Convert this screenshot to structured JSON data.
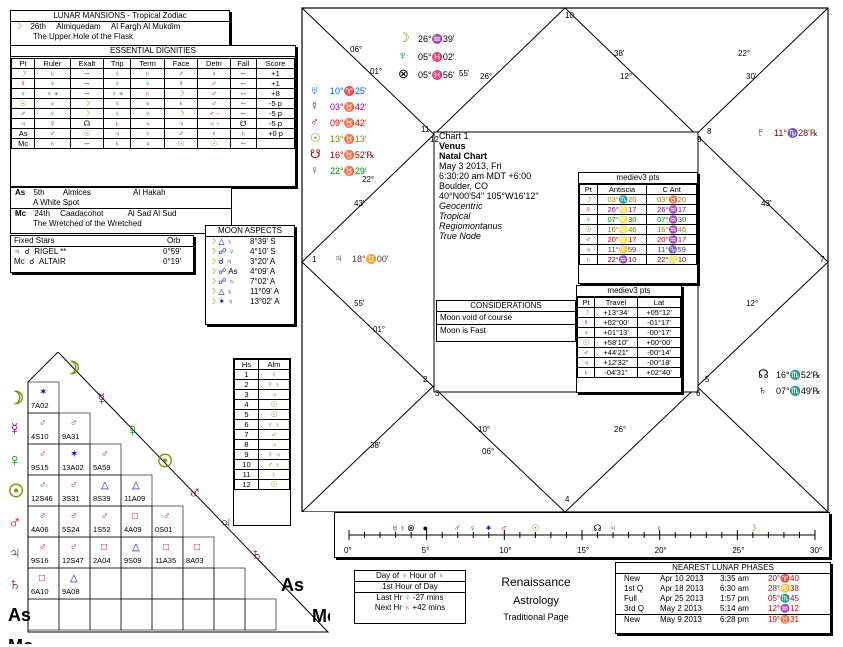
{
  "lunar_mansions": {
    "title": "LUNAR MANSIONS - Tropical Zodiac",
    "moon_line": {
      "num": "26th",
      "name": "Almiquedam",
      "arabic": "Al Fargh Al Mukdim"
    },
    "moon_desc": "The Upper Hole of the Flask",
    "asc_line": {
      "num": "5th",
      "name": "Almices",
      "arabic": "Al Hakah"
    },
    "asc_desc": "A White Spot",
    "mc_line": {
      "num": "24th",
      "name": "Caadacohot",
      "arabic": "Al Sad Al Sud"
    },
    "mc_desc": "The Wretched of the Wretched"
  },
  "dignities": {
    "title": "ESSENTIAL DIGNITIES",
    "headers": [
      "Pt",
      "Ruler",
      "Exalt",
      "Trip",
      "Term",
      "Face",
      "Detri",
      "Fall",
      "Score"
    ],
    "rows": [
      {
        "pt": "☽",
        "ruler": "♄",
        "exalt": "--",
        "trip": "♀",
        "term": "♄",
        "face": "♂",
        "detri": "♀",
        "fall": "--",
        "score": "+1"
      },
      {
        "pt": "☿",
        "ruler": "♀",
        "exalt": "--",
        "trip": "♀",
        "term": "♀",
        "face": "☿",
        "detri": "♂",
        "fall": "--",
        "score": "+1"
      },
      {
        "pt": "♀",
        "ruler": "♀ +",
        "exalt": "--",
        "trip": "♀ +",
        "term": "♄",
        "face": "☽",
        "detri": "♂",
        "fall": "--",
        "score": "+8"
      },
      {
        "pt": "☉",
        "ruler": "♀",
        "exalt": "☽",
        "trip": "♀",
        "term": "♀",
        "face": "♄",
        "detri": "♂",
        "fall": "--",
        "score": "-5 p"
      },
      {
        "pt": "♂",
        "ruler": "♀",
        "exalt": "☽",
        "trip": "♀",
        "term": "♀",
        "face": "☽",
        "detri": "♂ -",
        "fall": "--",
        "score": "-5 p"
      },
      {
        "pt": "♃",
        "ruler": "☿",
        "exalt": "☊",
        "trip": "♄",
        "term": "♃",
        "face": "♃",
        "detri": "♃ -",
        "fall": "☋",
        "score": "-5 p"
      },
      {
        "pt": "As",
        "ruler": "♂",
        "exalt": "☉",
        "trip": "♃",
        "term": "♀",
        "face": "♂",
        "detri": "♀",
        "fall": "♄",
        "score": "+0 p"
      },
      {
        "pt": "Mc",
        "ruler": "♄",
        "exalt": "--",
        "trip": "♄",
        "term": "♃",
        "face": "☉",
        "detri": "☉",
        "fall": "--",
        "score": ""
      }
    ]
  },
  "fixed_stars": {
    "title": "Fixed Stars",
    "orb_label": "Orb",
    "rows": [
      {
        "pt": "♃",
        "asp": "☌",
        "name": "RIGEL **",
        "orb": "0°59'"
      },
      {
        "pt": "Mc",
        "asp": "☌",
        "name": "ALTAIR",
        "orb": "0°19'"
      }
    ]
  },
  "moon_aspects": {
    "title": "MOON ASPECTS",
    "rows": [
      {
        "a": "☽",
        "asp": "△",
        "b": "♄",
        "val": "8°39' S"
      },
      {
        "a": "☽",
        "asp": "☍",
        "b": "♀",
        "val": "4°10' S"
      },
      {
        "a": "☽",
        "asp": "☌",
        "b": "♃",
        "val": "3°20' A"
      },
      {
        "a": "☽",
        "asp": "☍",
        "b": "As",
        "val": "4°09' A"
      },
      {
        "a": "☽",
        "asp": "☍",
        "b": "♃",
        "val": "7°02' A"
      },
      {
        "a": "☽",
        "asp": "△",
        "b": "♄",
        "val": "11°09' A"
      },
      {
        "a": "☽",
        "asp": "✶",
        "b": "♃",
        "val": "13°02' A"
      }
    ]
  },
  "chart": {
    "chart_label": "Chart 1",
    "name": "Venus",
    "type": "Natal Chart",
    "date": "May 3 2013, Fri",
    "time": "6:30:20 am  MDT +6:00",
    "place": "Boulder, CO",
    "coords": "40°N00'54\"  105°W16'12\"",
    "zodiac_lines": [
      "Geocentric",
      "Tropical",
      "Regiomontanus",
      "True Node"
    ],
    "house_nums": [
      "10",
      "11",
      "12",
      "1",
      "2",
      "3",
      "4",
      "5",
      "6",
      "7",
      "8",
      "9"
    ],
    "cusps": [
      "06°",
      "01°",
      "55'",
      "26°",
      "38'",
      "12°",
      "22°",
      "30'",
      "43'",
      "22°",
      "43'",
      "12°",
      "55'",
      "01°",
      "38'",
      "10°",
      "06°",
      "26°"
    ],
    "planets_top": [
      {
        "g": "☽",
        "v": "26°♒39'"
      },
      {
        "g": "♆",
        "v": "05°♓02'"
      },
      {
        "g": "⊗",
        "v": "05°♓56'"
      }
    ],
    "planets_left": [
      {
        "g": "♅",
        "v": "10°♈25'"
      },
      {
        "g": "☿",
        "v": "03°♉42'"
      },
      {
        "g": "♂",
        "v": "09°♉42'"
      },
      {
        "g": "☉",
        "v": "13°♉13'"
      },
      {
        "g": "☋",
        "v": "16°♉52'℞"
      },
      {
        "g": "♀",
        "v": "22°♉29'"
      }
    ],
    "jupiter": "18°♊00'",
    "pluto": "11°♑28'℞",
    "right_planets": [
      {
        "g": "☊",
        "v": "16°♏52'℞"
      },
      {
        "g": "♄",
        "v": "07°♏49'℞"
      }
    ]
  },
  "antiscia": {
    "title": "mediev3 pts",
    "headers": [
      "Pt",
      "Antiscia",
      "C Ant"
    ],
    "rows": [
      {
        "pt": "☽",
        "a": "03°♏20",
        "c": "03°♉20"
      },
      {
        "pt": "☿",
        "a": "26°♌17",
        "c": "26°♒17"
      },
      {
        "pt": "♀",
        "a": "07°♌30",
        "c": "07°♒30"
      },
      {
        "pt": "☉",
        "a": "16°♌46",
        "c": "16°♒46"
      },
      {
        "pt": "♂",
        "a": "20°♌17",
        "c": "20°♒17"
      },
      {
        "pt": "♃",
        "a": "11°♋59",
        "c": "11°♑59"
      },
      {
        "pt": "♄",
        "a": "22°♒10",
        "c": "22°♌10"
      }
    ]
  },
  "considerations": {
    "title": "CONSIDERATIONS",
    "lines": [
      "Moon void of course",
      "Moon is Fast"
    ]
  },
  "travel": {
    "title": "mediev3 pts",
    "headers": [
      "Pt",
      "Travel",
      "Lat"
    ],
    "rows": [
      {
        "pt": "☽",
        "t": "+13°34'",
        "l": "+05°12'"
      },
      {
        "pt": "☿",
        "t": "+02°00'",
        "l": "-01°17'"
      },
      {
        "pt": "♀",
        "t": "+01°13'",
        "l": "-00°17'"
      },
      {
        "pt": "☉",
        "t": "+58'10\"",
        "l": "+00°00'"
      },
      {
        "pt": "♂",
        "t": "+44'21\"",
        "l": "-00°14'"
      },
      {
        "pt": "♃",
        "t": "+12'32\"",
        "l": "-00°18'"
      },
      {
        "pt": "♄",
        "t": "-04'31\"",
        "l": "+02°40'"
      }
    ]
  },
  "almutens": {
    "headers": [
      "Hs",
      "Alm"
    ],
    "rows": [
      [
        "1",
        "♀"
      ],
      [
        "2",
        "☿ ♄"
      ],
      [
        "3",
        "♃"
      ],
      [
        "4",
        "☉"
      ],
      [
        "5",
        "☉"
      ],
      [
        "6",
        "♀ ♄"
      ],
      [
        "7",
        "♂"
      ],
      [
        "8",
        "♃"
      ],
      [
        "9",
        "☿ ♃"
      ],
      [
        "10",
        "♂ ♄"
      ],
      [
        "11",
        "♄"
      ],
      [
        "12",
        "☉"
      ]
    ]
  },
  "aspect_grid": {
    "planets": [
      "☽",
      "☿",
      "♀",
      "☉",
      "♂",
      "♃",
      "♄",
      "As",
      "Mc"
    ],
    "cells": [
      {
        "sym": "✶",
        "t": "7A02"
      },
      {
        "sym": "♂",
        "t": "4S10"
      },
      {
        "sym": "♂",
        "t": "9A31"
      },
      {
        "sym": "♂",
        "t": "9S15"
      },
      {
        "sym": "✶",
        "t": "13A02"
      },
      {
        "sym": "♂",
        "t": "5A59"
      },
      {
        "sym": "♂",
        "t": "12S46"
      },
      {
        "sym": "♂",
        "t": "3S31"
      },
      {
        "sym": "△",
        "t": "8S39"
      },
      {
        "sym": "△",
        "t": "11A09"
      },
      {
        "sym": "♂",
        "t": "4A06"
      },
      {
        "sym": "♂",
        "t": "5S24"
      },
      {
        "sym": "♂",
        "t": "1S52"
      },
      {
        "sym": "□",
        "t": "4A09"
      },
      {
        "sym": "♂",
        "t": "0S01"
      },
      {
        "sym": "♂",
        "t": "9S16"
      },
      {
        "sym": "♂",
        "t": "12S47"
      },
      {
        "sym": "□",
        "t": "2A04"
      },
      {
        "sym": "△",
        "t": "9S09"
      },
      {
        "sym": "□",
        "t": "11A35"
      },
      {
        "sym": "□",
        "t": "8A03"
      },
      {
        "sym": "□",
        "t": "6A10"
      },
      {
        "sym": "△",
        "t": "9A08"
      }
    ]
  },
  "zodiac_strip": {
    "ticks": [
      "0°",
      "5°",
      "10°",
      "15°",
      "20°",
      "25°",
      "30°"
    ]
  },
  "hour": {
    "day_of": "Day of",
    "hour_of": "Hour of",
    "first": "1st Hour of Day",
    "last": "Last Hr",
    "last_v": "-27 mins",
    "next": "Next Hr",
    "next_v": "+42 mins"
  },
  "brand": {
    "l1": "Renaissance",
    "l2": "Astrology",
    "l3": "Traditional Page"
  },
  "lunar_phases": {
    "title": "NEAREST LUNAR PHASES",
    "rows": [
      {
        "p": "New",
        "d": "Apr 10 2013",
        "t": "3:35 am",
        "v": "20°♈40"
      },
      {
        "p": "1st Q",
        "d": "Apr 18 2013",
        "t": "6:30 am",
        "v": "28°♋38"
      },
      {
        "p": "Full",
        "d": "Apr 25 2013",
        "t": "1:57 pm",
        "v": "05°♏45"
      },
      {
        "p": "3rd Q",
        "d": "May 2 2013",
        "t": "5:14 am",
        "v": "12°♒12"
      },
      {
        "p": "New",
        "d": "May 9 2013",
        "t": "6:28 pm",
        "v": "19°♉31"
      }
    ]
  }
}
